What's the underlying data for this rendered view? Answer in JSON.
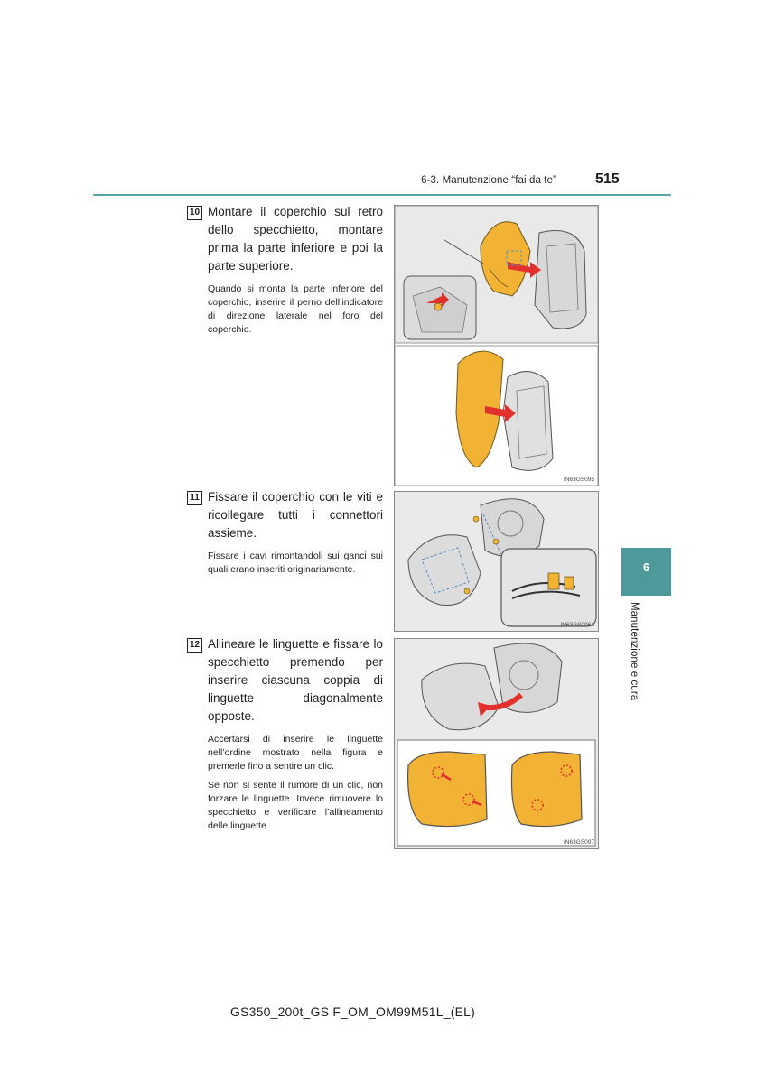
{
  "header": {
    "section": "6-3. Manutenzione “fai da te”",
    "page_number": "515"
  },
  "side_tab": {
    "number": "6",
    "label": "Manutenzione e cura"
  },
  "steps": [
    {
      "number": "10",
      "main": "Montare il coperchio sul retro dello specchietto, montare prima la parte inferiore e poi la parte superiore.",
      "notes": [
        "Quando si monta la parte inferiore del coperchio, inserire il perno dell’indicatore di direzione laterale nel foro del coperchio."
      ]
    },
    {
      "number": "11",
      "main": "Fissare il coperchio con le viti e ricollegare tutti i connettori assieme.",
      "notes": [
        "Fissare i cavi rimontandoli sui ganci sui quali erano inseriti originariamente."
      ]
    },
    {
      "number": "12",
      "main": "Allineare le linguette e fissare lo specchietto premendo per inserire ciascuna coppia di linguette diagonalmente opposte.",
      "notes": [
        "Accertarsi di inserire le linguette nell’ordine mostrato nella figura e premerle fino a sentire un clic.",
        "Se non si sente il rumore di un clic, non forzare le linguette. Invece rimuovere lo specchietto e verificare l’allineamento delle linguette."
      ]
    }
  ],
  "figures": {
    "fig1_code": "IN63GS095",
    "fig2_code": "IN63GS096a",
    "fig3_code": "IN63GS097"
  },
  "colors": {
    "accent": "#4e9a9a",
    "cover": "#f2b233",
    "arrow": "#e2312d",
    "callout": "#5b8fc7"
  },
  "footer": {
    "model": "GS350_200t_GS F_OM_OM99M51L_(EL)"
  }
}
